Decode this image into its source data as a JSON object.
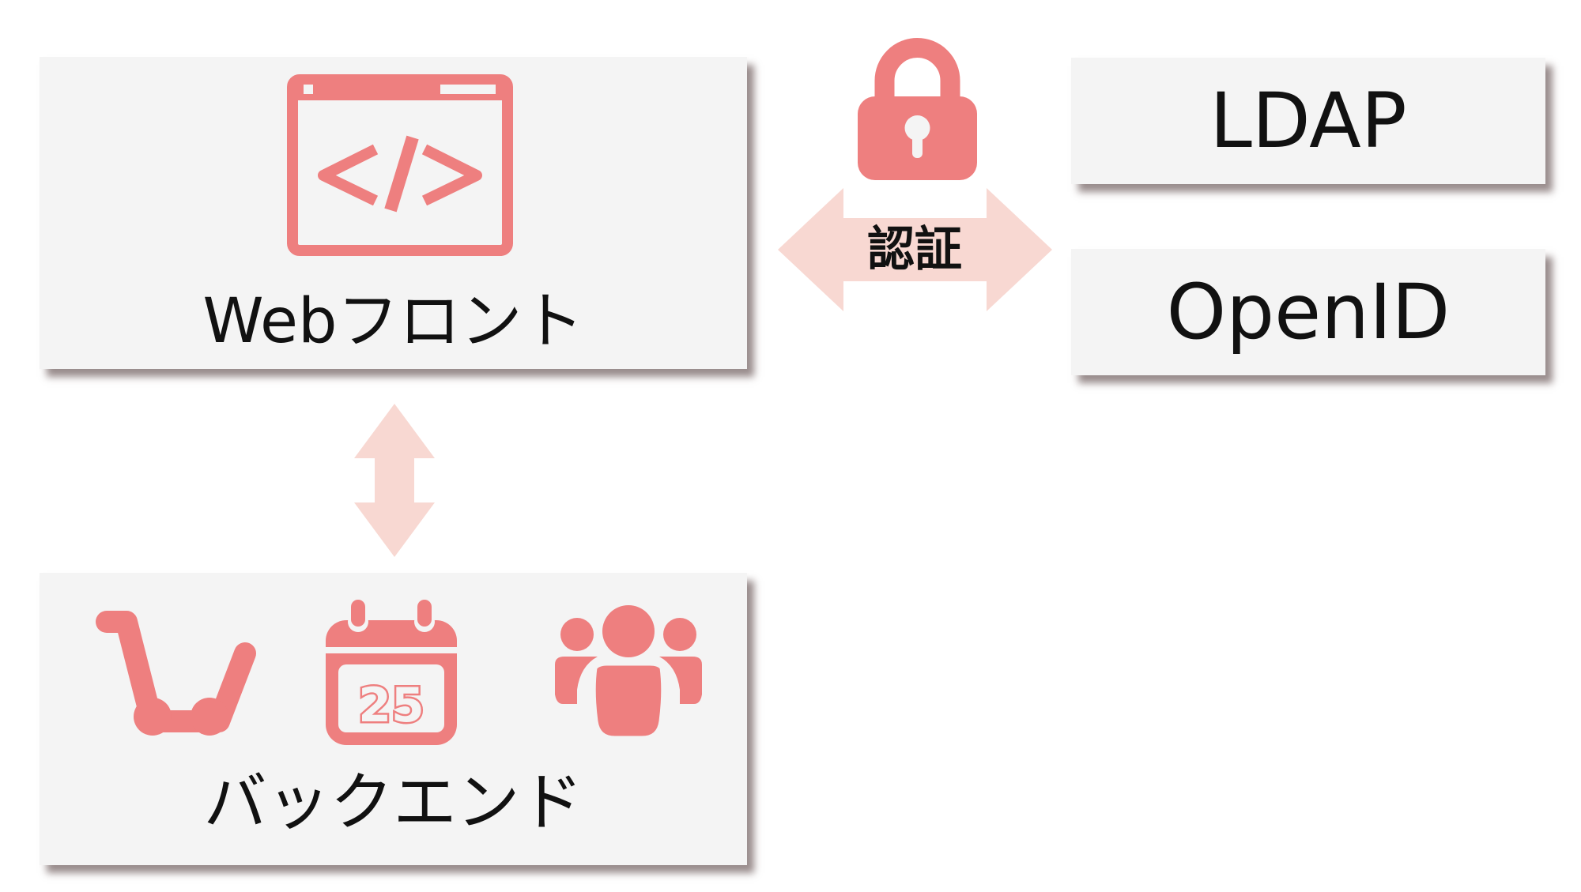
{
  "colors": {
    "icon": "#ee7f7f",
    "arrow": "#f8d8d2",
    "box_bg": "#f4f4f4",
    "text": "#111111"
  },
  "nodes": {
    "web_front": {
      "label": "Webフロント",
      "icon": "code-window-icon"
    },
    "backend": {
      "label": "バックエンド",
      "icons": [
        "shopping-cart-icon",
        "calendar-icon",
        "user-group-icon"
      ],
      "calendar_day": "25"
    },
    "ldap": {
      "label": "LDAP"
    },
    "openid": {
      "label": "OpenID"
    }
  },
  "edges": {
    "auth": {
      "label": "認証",
      "icon": "padlock-icon",
      "direction": "bidirectional"
    },
    "front_back": {
      "label": "",
      "direction": "bidirectional"
    }
  }
}
